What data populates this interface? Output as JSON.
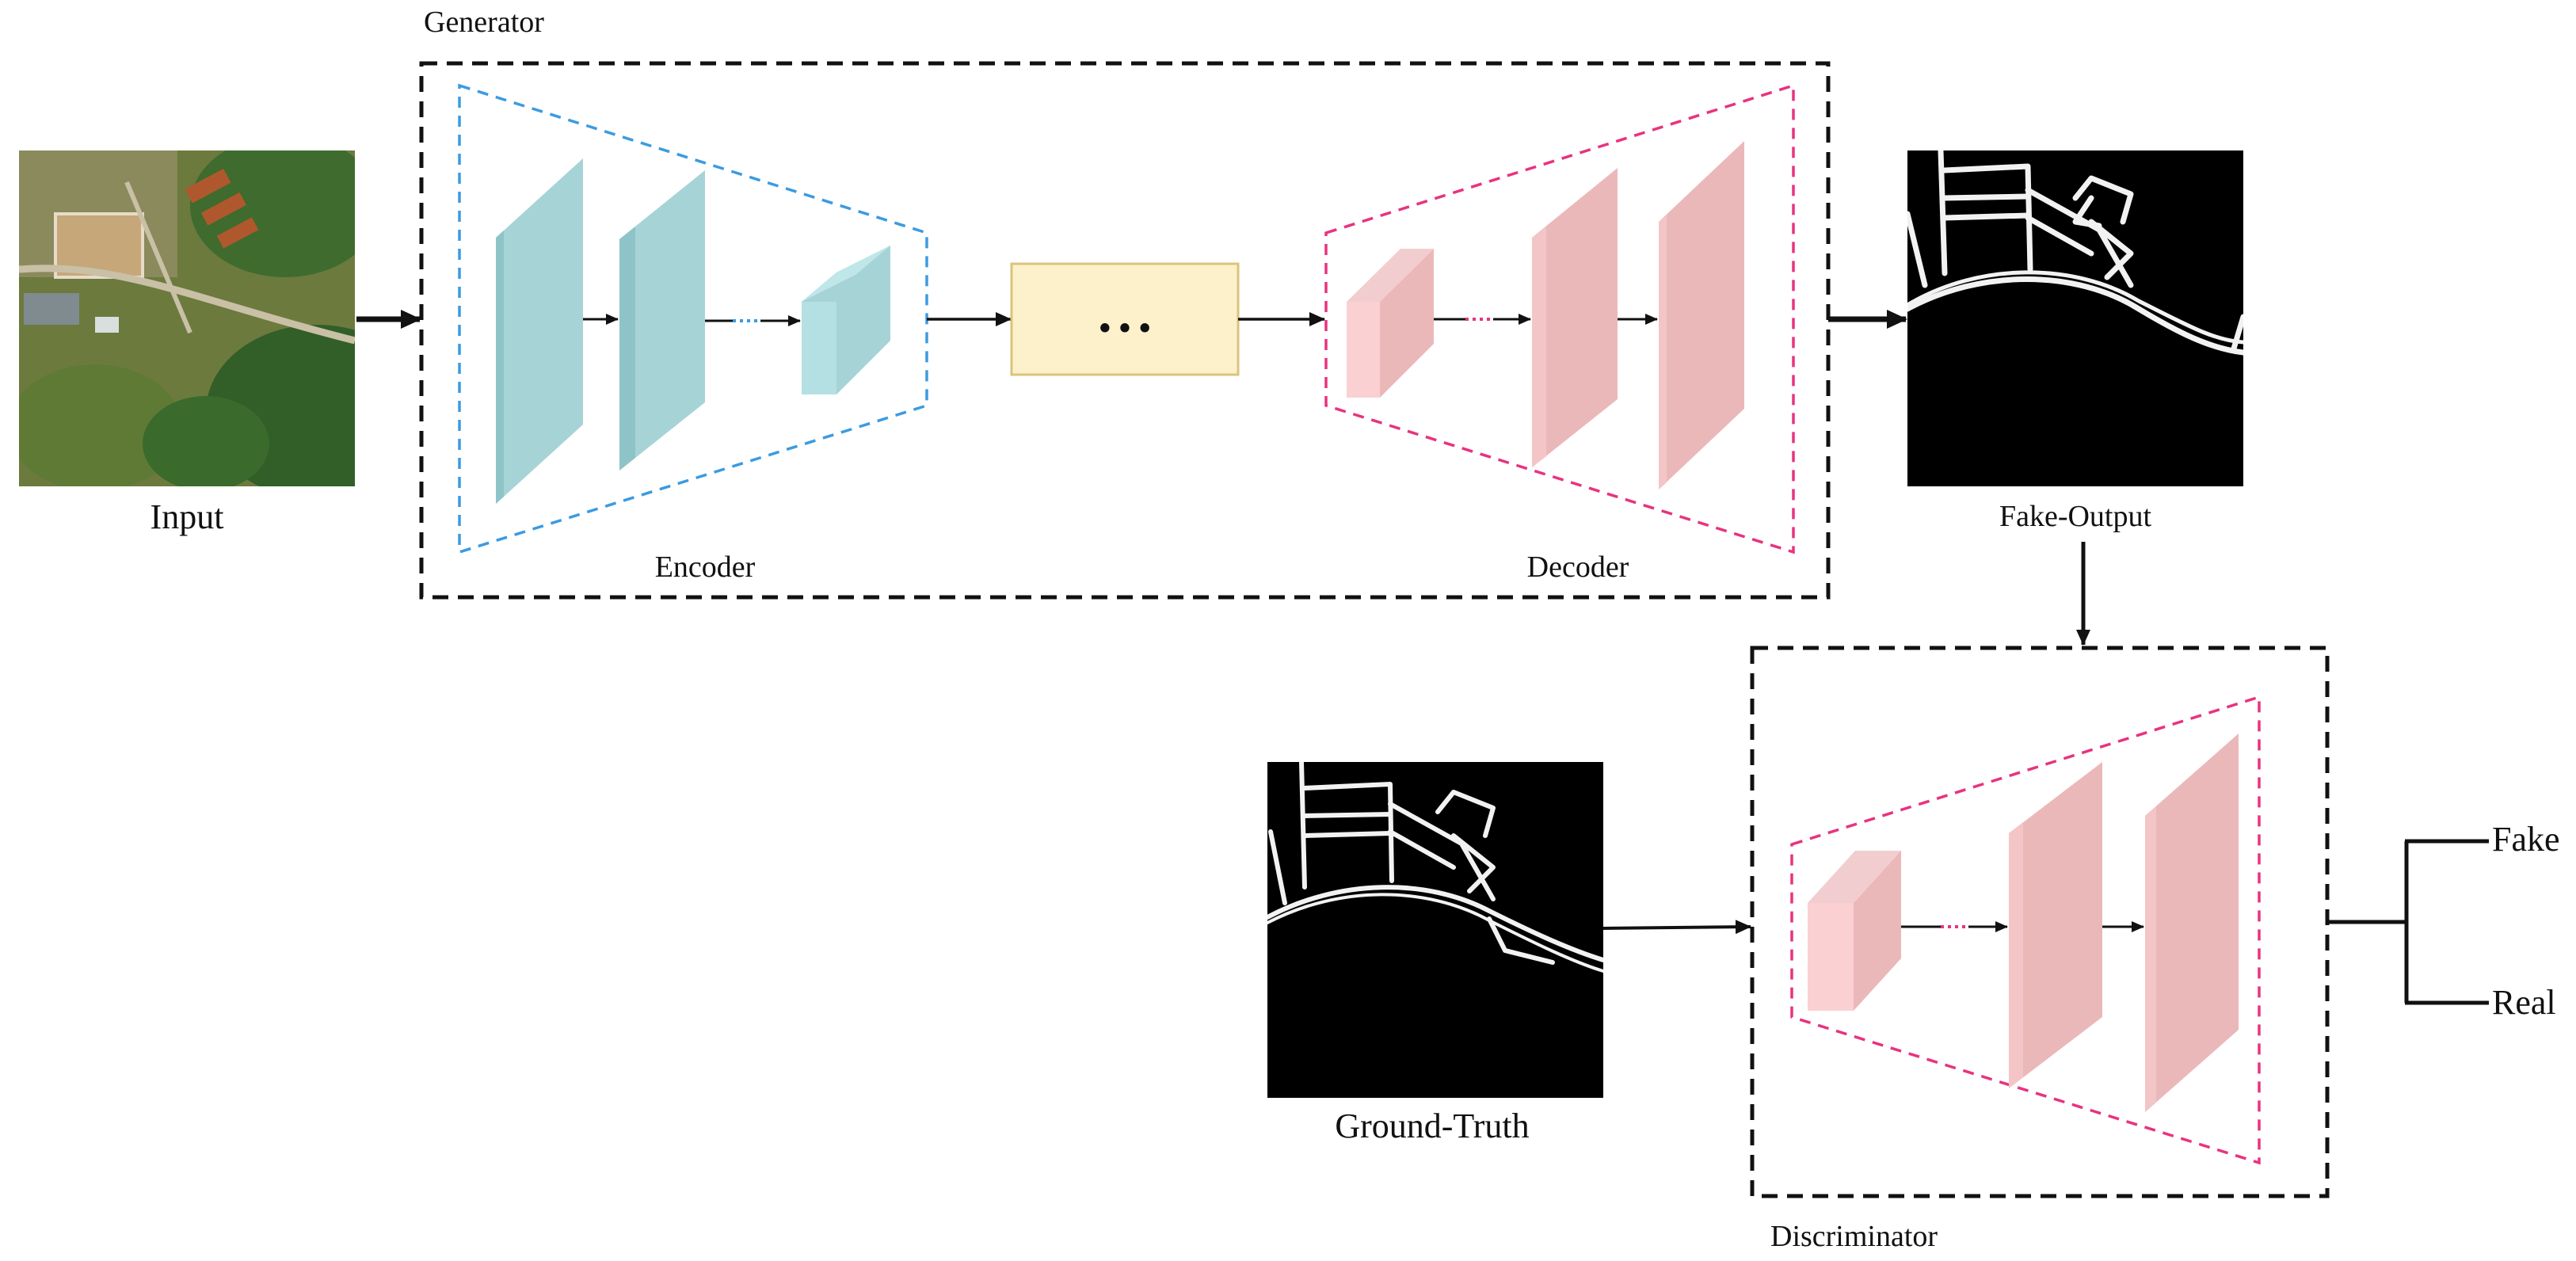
{
  "labels": {
    "generator": "Generator",
    "input": "Input",
    "encoder": "Encoder",
    "decoder": "Decoder",
    "bottleneck": "• • •",
    "fake_output": "Fake-Output",
    "ground_truth": "Ground-Truth",
    "discriminator": "Discriminator",
    "fake": "Fake",
    "real": "Real"
  },
  "colors": {
    "encoder_outline": "#3b9be0",
    "decoder_outline": "#e8337f",
    "encoder_block": "#a6d3d6",
    "decoder_block": "#ebb8ba",
    "bottleneck_fill": "#fdf1cc",
    "bottleneck_stroke": "#dcc379",
    "box_outline": "#111111"
  },
  "icons": {
    "input": "aerial-satellite-image",
    "fake_output": "road-mask-image",
    "ground_truth": "road-mask-image"
  }
}
